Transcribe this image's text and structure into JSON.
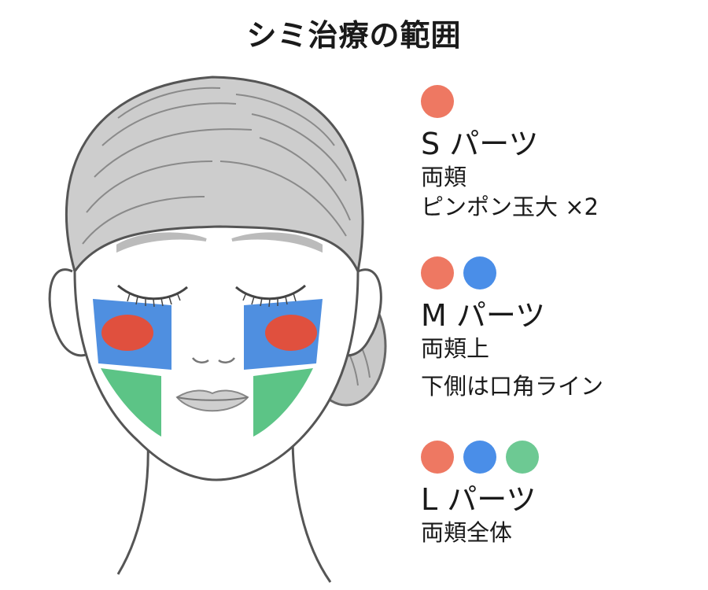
{
  "title": "シミ治療の範囲",
  "colors": {
    "red": "#ee7862",
    "blue": "#4a8ee8",
    "green": "#6dc993",
    "region_red": "#e0503e",
    "region_blue": "#4f8fe0",
    "region_green": "#5cc486",
    "hair": "#c9c9c9",
    "line": "#555555"
  },
  "legend": [
    {
      "name": "S パーツ",
      "dots": [
        "red"
      ],
      "lines": [
        "両頬",
        "ピンポン玉大 ×2"
      ]
    },
    {
      "name": "M パーツ",
      "dots": [
        "red",
        "blue"
      ],
      "lines": [
        "両頬上",
        "下側は口角ライン"
      ]
    },
    {
      "name": "L パーツ",
      "dots": [
        "red",
        "blue",
        "green"
      ],
      "lines": [
        "両頬全体"
      ]
    }
  ]
}
